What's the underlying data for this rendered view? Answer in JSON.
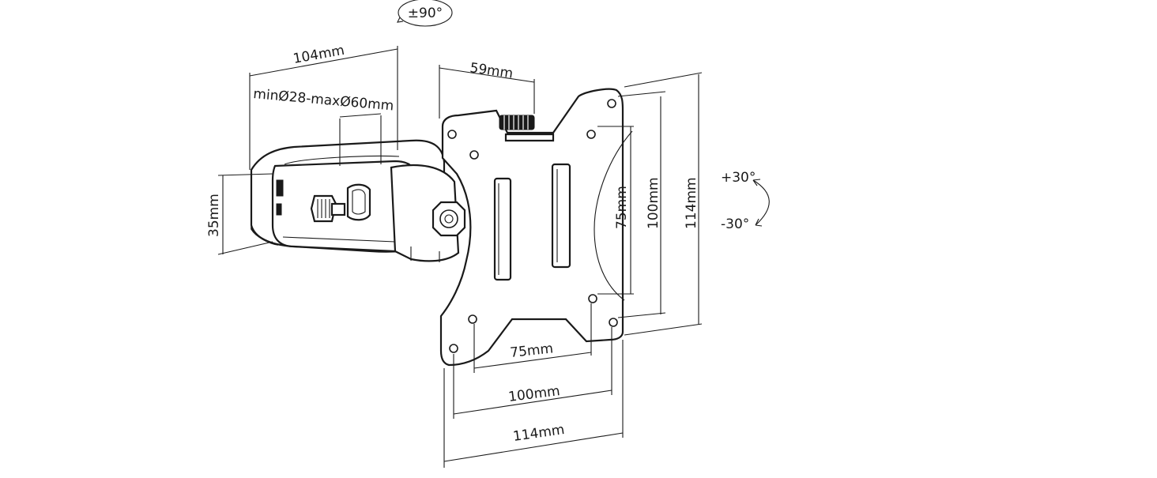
{
  "diagram": {
    "rotation_label": "±90°",
    "tilt_up_label": "+30°",
    "tilt_down_label": "-30°",
    "dimensions": {
      "arm_length": "104mm",
      "clamp_range": "minØ28-maxØ60mm",
      "clamp_height": "35mm",
      "plate_depth": "59mm",
      "vesa_small_h": "75mm",
      "vesa_large_h": "100mm",
      "plate_h": "114mm",
      "vesa_small_w": "75mm",
      "vesa_large_w": "100mm",
      "plate_w": "114mm"
    }
  }
}
